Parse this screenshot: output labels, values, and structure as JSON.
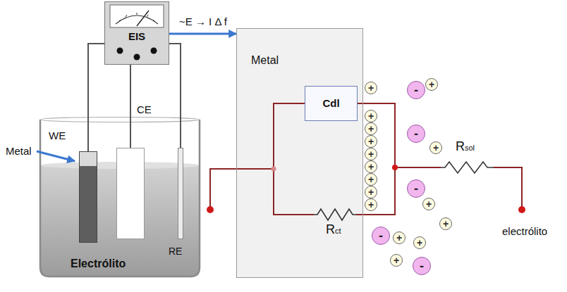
{
  "diagram": {
    "nodes": [
      {
        "text": [
          "EIS"
        ]
      },
      {
        "text": [
          "Electrólito"
        ]
      },
      {
        "text": [
          "WE"
        ],
        "in": 1
      },
      {
        "text": [
          "CE"
        ],
        "in": 1
      },
      {
        "text": [
          "RE"
        ],
        "in": 1
      },
      {
        "text": [
          "Metal"
        ]
      },
      {
        "text": [
          "Cdl"
        ],
        "in": 5
      }
    ],
    "edges": [
      {
        "from": 0,
        "to": 2,
        "arrow": "none"
      },
      {
        "from": 0,
        "to": 3,
        "arrow": "none"
      },
      {
        "from": 0,
        "to": 4,
        "arrow": "none"
      },
      {
        "from": 0,
        "to": 5,
        "arrow": "to",
        "label": "~E → I Δ f"
      }
    ],
    "labels": [
      "Metal",
      "Rct",
      "Rsol",
      "electrólito",
      "+",
      "+",
      "+",
      "+",
      "+",
      "+",
      "+",
      "+",
      "+",
      "+",
      "+",
      "+",
      "+",
      "+",
      "+",
      "+",
      "-",
      "-",
      "-",
      "-",
      "-"
    ]
  }
}
